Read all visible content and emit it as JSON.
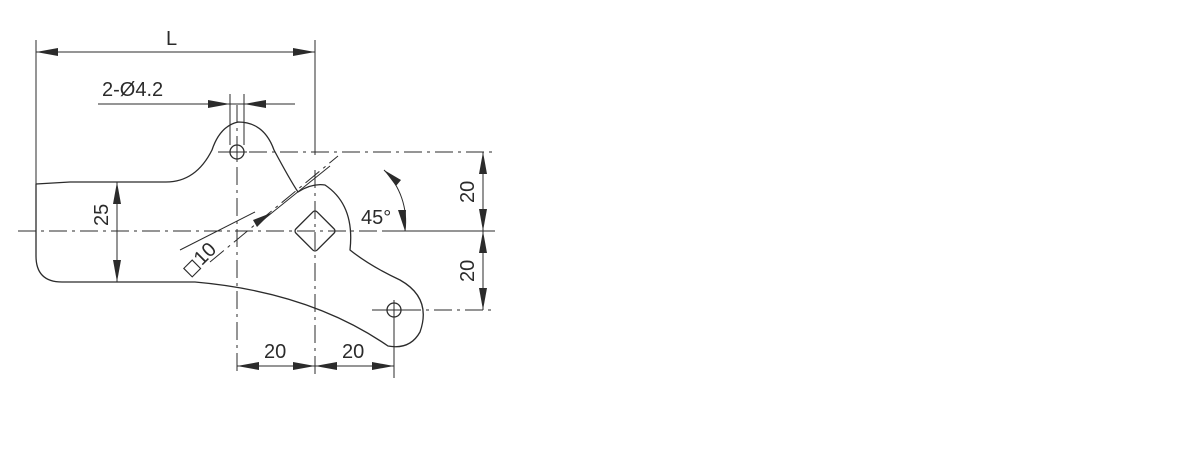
{
  "drawing": {
    "dimensions": {
      "length": "L",
      "hole_spec": "2-Ø4.2",
      "width": "25",
      "square_size": "◻10",
      "angle": "45°",
      "vertical_upper": "20",
      "vertical_lower": "20",
      "horizontal_left": "20",
      "horizontal_right": "20"
    },
    "colors": {
      "line": "#2b2b2b",
      "background": "#ffffff"
    }
  }
}
